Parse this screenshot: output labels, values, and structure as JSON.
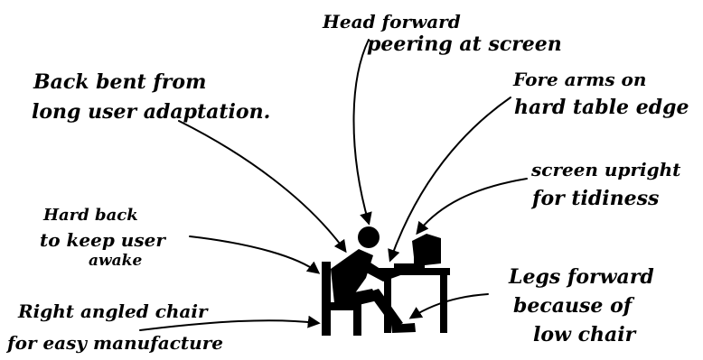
{
  "labels": {
    "head_forward": {
      "line1": "Head forward",
      "line2": "peering at screen"
    },
    "back_bent": {
      "line1": "Back bent from",
      "line2": "long user adaptation."
    },
    "forearms": {
      "line1": "Fore arms on",
      "line2": "hard table edge"
    },
    "screen_upright": {
      "line1": "screen upright",
      "line2": "for tidiness"
    },
    "hard_back": {
      "line1": "Hard back",
      "line2": "to keep user",
      "line3": "awake"
    },
    "right_angled_chair": {
      "line1": "Right angled chair",
      "line2": "for easy manufacture"
    },
    "legs_forward": {
      "line1": "Legs forward",
      "line2": "because of",
      "line3": "low chair"
    }
  },
  "colors": {
    "ink": "#000000",
    "paper": "#ffffff"
  }
}
